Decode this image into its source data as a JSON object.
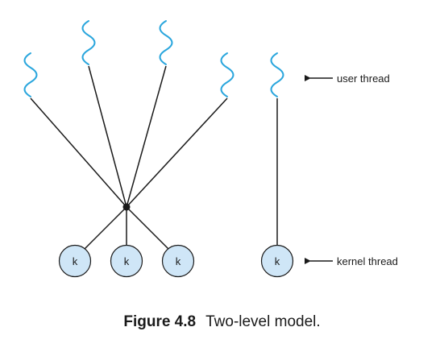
{
  "labels": {
    "user_thread": "user thread",
    "kernel_thread": "kernel thread",
    "kernel_symbol": "k"
  },
  "caption": {
    "number": "Figure 4.8",
    "title": "Two-level model."
  },
  "colors": {
    "user_thread": "#2aa6dd",
    "kernel_fill": "#cfe6f7",
    "line": "#1a1a1a"
  }
}
